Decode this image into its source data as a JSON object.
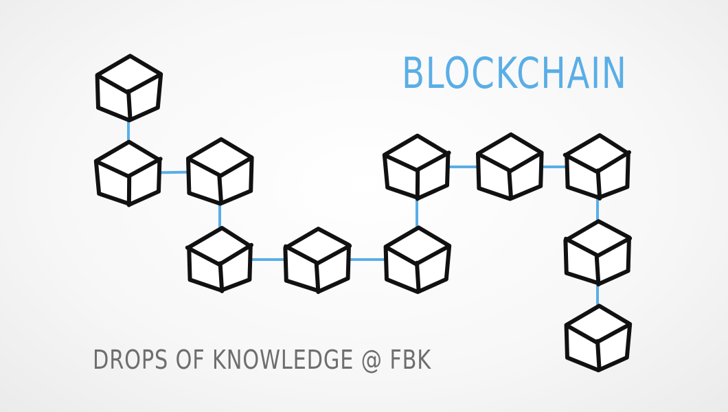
{
  "title": "BLOCKCHAIN",
  "footer": "DROPS OF KNOWLEDGE @ FBK",
  "colors": {
    "accent": "#5aaee6",
    "ink": "#111111",
    "footer_text": "#6e6e6e"
  },
  "blocks": [
    {
      "id": "block-1"
    },
    {
      "id": "block-2"
    },
    {
      "id": "block-3"
    },
    {
      "id": "block-4"
    },
    {
      "id": "block-5"
    },
    {
      "id": "block-6"
    },
    {
      "id": "block-7"
    },
    {
      "id": "block-8"
    },
    {
      "id": "block-9"
    },
    {
      "id": "block-10"
    },
    {
      "id": "block-11"
    },
    {
      "id": "block-12"
    }
  ],
  "links": [
    [
      "block-1",
      "block-2"
    ],
    [
      "block-2",
      "block-3"
    ],
    [
      "block-3",
      "block-4"
    ],
    [
      "block-4",
      "block-5"
    ],
    [
      "block-5",
      "block-6"
    ],
    [
      "block-6",
      "block-7"
    ],
    [
      "block-7",
      "block-8"
    ],
    [
      "block-8",
      "block-9"
    ],
    [
      "block-9",
      "block-10"
    ],
    [
      "block-10",
      "block-11"
    ],
    [
      "block-11",
      "block-12"
    ]
  ]
}
